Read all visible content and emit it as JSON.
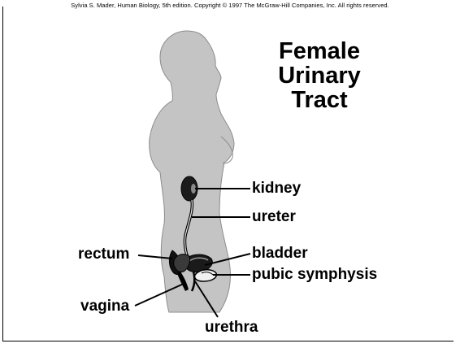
{
  "credit": "Sylvia S. Mader, Human Biology, 5th edition. Copyright © 1997 The McGraw-Hill Companies, Inc. All rights reserved.",
  "title": {
    "line1": "Female",
    "line2": "Urinary",
    "line3": "Tract"
  },
  "labels": {
    "kidney": "kidney",
    "ureter": "ureter",
    "bladder": "bladder",
    "pubic_symphysis": "pubic symphysis",
    "rectum": "rectum",
    "vagina": "vagina",
    "urethra": "urethra"
  }
}
